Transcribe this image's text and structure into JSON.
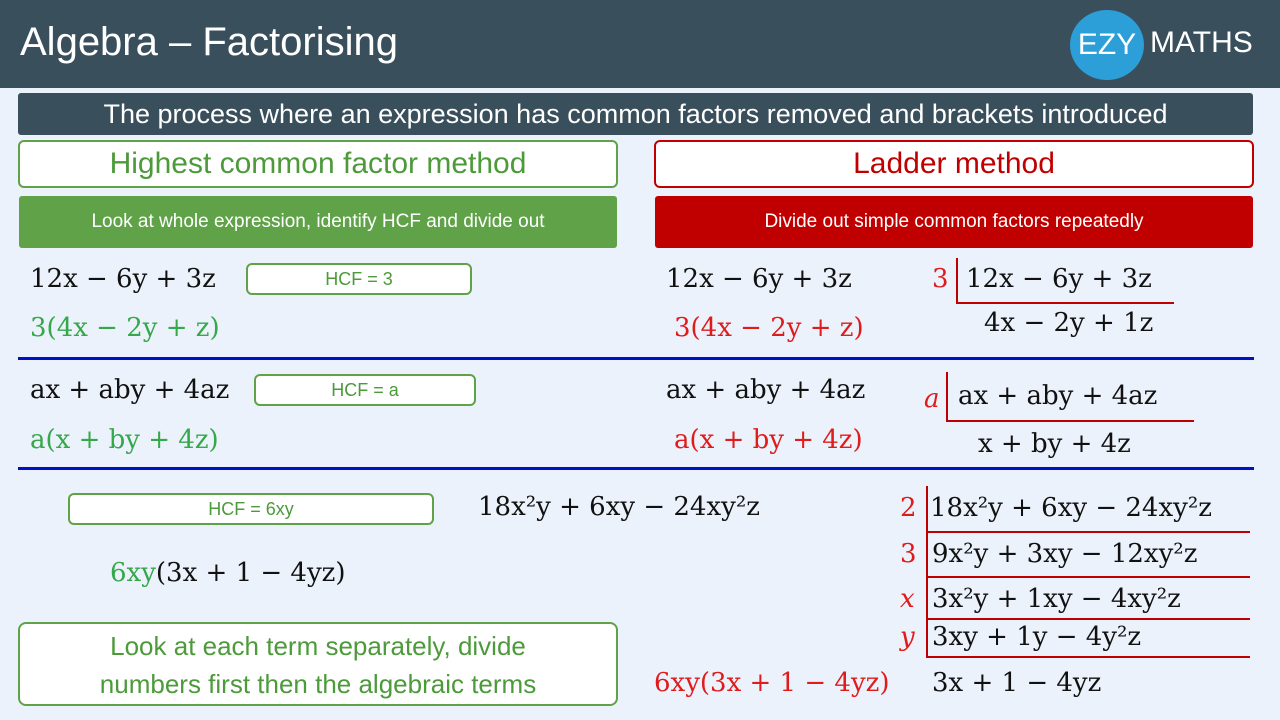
{
  "header": {
    "title": "Algebra – Factorising",
    "logo_circle": "EZY",
    "logo_text": "MATHS"
  },
  "subtitle": "The process where an expression has common factors removed and brackets introduced",
  "hcf_method": {
    "title": "Highest common factor method",
    "instruction": "Look at whole expression, identify HCF and divide out",
    "ex1": {
      "expr": "12x − 6y + 3z",
      "hcf": "HCF =  3",
      "result_factor": "3",
      "result_bracket": "(4x − 2y + z)"
    },
    "ex2": {
      "expr": "ax + aby + 4az",
      "hcf": "HCF = a",
      "result_factor": "a",
      "result_bracket": "(x + by + 4z)"
    },
    "ex3": {
      "hcf": "HCF = 6xy",
      "result_factor": "6xy",
      "result_bracket": "(3x + 1 − 4yz)"
    },
    "note_line1": "Look at each term separately, divide",
    "note_line2": "numbers first then the algebraic terms"
  },
  "ladder_method": {
    "title": "Ladder method",
    "instruction": "Divide out simple common factors repeatedly",
    "ex1": {
      "expr": "12x − 6y + 3z",
      "result": "3(4x − 2y + z)",
      "divisor": "3",
      "ladder_top": "12x − 6y + 3z",
      "ladder_bottom": "4x − 2y + 1z"
    },
    "ex2": {
      "expr": "ax + aby + 4az",
      "result": "a(x + by + 4z)",
      "divisor": "a",
      "ladder_top": "ax + aby + 4az",
      "ladder_bottom": "x + by + 4z"
    },
    "ex3": {
      "expr": "18x²y + 6xy − 24xy²z",
      "divisors": [
        "2",
        "3",
        "x",
        "y"
      ],
      "rows": [
        "18x²y + 6xy − 24xy²z",
        "9x²y + 3xy − 12xy²z",
        "3x²y + 1xy − 4xy²z",
        "3xy + 1y − 4y²z"
      ],
      "final": "3x + 1 − 4yz",
      "result": "6xy(3x + 1 − 4yz)"
    }
  },
  "colors": {
    "header": "#3a4f5c",
    "green": "#5fa248",
    "red": "#c00000",
    "divider": "#0010c8",
    "logo": "#2c9ed8"
  }
}
